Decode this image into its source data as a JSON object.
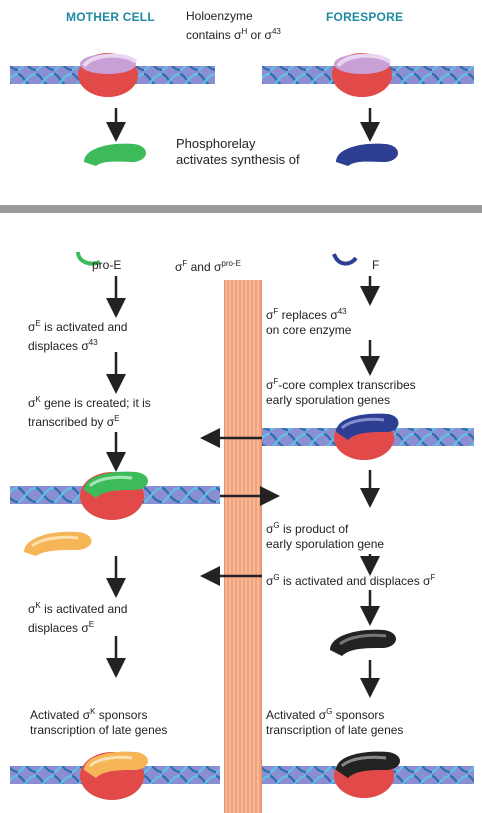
{
  "headers": {
    "mother_cell": "MOTHER CELL",
    "forespore": "FORESPORE"
  },
  "top": {
    "holo_line1": "Holoenzyme",
    "holo_line2_prefix": "contains σ",
    "holo_line2_sup1": "H",
    "holo_line2_mid": " or σ",
    "holo_line2_sup2": "43",
    "phos_line1": "Phosphorelay",
    "phos_line2": "activates synthesis of"
  },
  "bottom": {
    "pro_e": "pro-E",
    "sigma_f_label": "F",
    "membrane_text_prefix": "σ",
    "membrane_text_sup1": "F",
    "membrane_text_mid": " and σ",
    "membrane_text_sup2": "pro-E",
    "mother": {
      "e_act_l1_prefix": "σ",
      "e_act_l1_sup": "E",
      "e_act_l1_rest": " is activated and",
      "e_act_l2_prefix": "displaces σ",
      "e_act_l2_sup": "43",
      "k_gene_l1_prefix": "σ",
      "k_gene_l1_sup": "K",
      "k_gene_l1_rest": " gene is created; it is",
      "k_gene_l2_prefix": "transcribed by σ",
      "k_gene_l2_sup": "E",
      "k_act_l1_prefix": "σ",
      "k_act_l1_sup": "K",
      "k_act_l1_rest": " is activated and",
      "k_act_l2_prefix": "displaces σ",
      "k_act_l2_sup": "E",
      "late_l1_prefix": "Activated σ",
      "late_l1_sup": "K",
      "late_l1_rest": " sponsors",
      "late_l2": "transcription of late genes"
    },
    "fore": {
      "f_rep_l1_prefix": "σ",
      "f_rep_l1_sup": "F",
      "f_rep_l1_rest": " replaces σ",
      "f_rep_l1_sup2": "43",
      "f_rep_l2": "on core enzyme",
      "f_core_l1_prefix": "σ",
      "f_core_l1_sup": "F",
      "f_core_l1_rest": "-core complex transcribes",
      "f_core_l2": "early sporulation genes",
      "g_prod_l1_prefix": "σ",
      "g_prod_l1_sup": "G",
      "g_prod_l1_rest": " is product of",
      "g_prod_l2": "early sporulation gene",
      "g_act_prefix": "σ",
      "g_act_sup": "G",
      "g_act_mid": " is activated and displaces σ",
      "g_act_sup2": "F",
      "late_l1_prefix": "Activated σ",
      "late_l1_sup": "G",
      "late_l1_rest": " sponsors",
      "late_l2": "transcription of late genes"
    }
  },
  "colors": {
    "header": "#1f8aa0",
    "dna_bar": "#8b8fcf",
    "dna_strand": "#2b6fb3",
    "polymerase": "#e24a4a",
    "sigma_43": "#c9a0d6",
    "sigma_e": "#3dbb5a",
    "sigma_f": "#2e3f93",
    "sigma_k": "#f6b556",
    "sigma_g": "#222222",
    "membrane": "#f4a883",
    "divider": "#9a9a9a"
  }
}
